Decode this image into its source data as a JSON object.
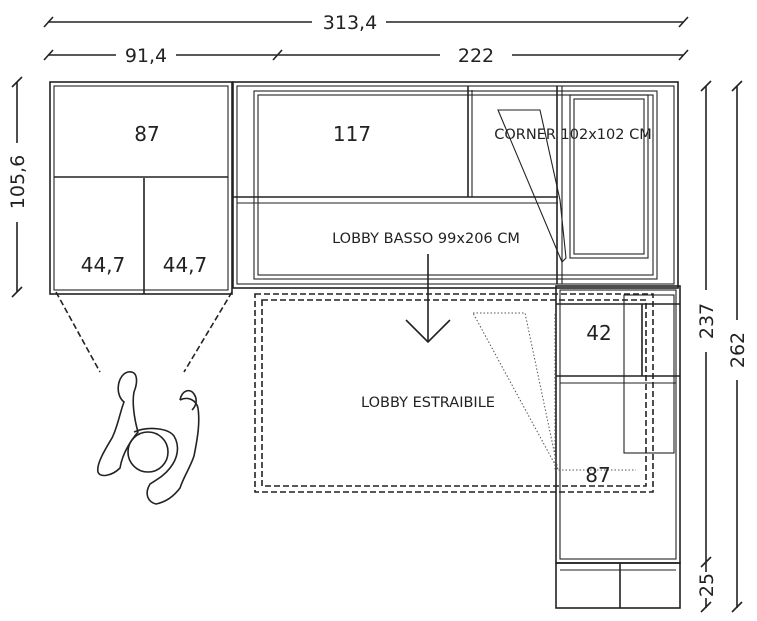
{
  "dimensions": {
    "total_width": "313,4",
    "left_width": "91,4",
    "right_width": "222",
    "left_depth": "105,6",
    "depth_237": "237",
    "depth_262": "262",
    "depth_25": "25"
  },
  "modules": {
    "chaise_top": "87",
    "seat_left": "44,7",
    "seat_right": "44,7",
    "seat_117": "117",
    "seat_42": "42",
    "seat_87_bottom": "87"
  },
  "labels": {
    "corner": "CORNER 102x102 CM",
    "lobby_basso": "LOBBY BASSO 99x206 CM",
    "lobby_estraibile": "LOBBY ESTRAIBILE"
  },
  "icons": {
    "person": "seated-person-icon",
    "arrow": "pull-out-arrow-icon"
  }
}
